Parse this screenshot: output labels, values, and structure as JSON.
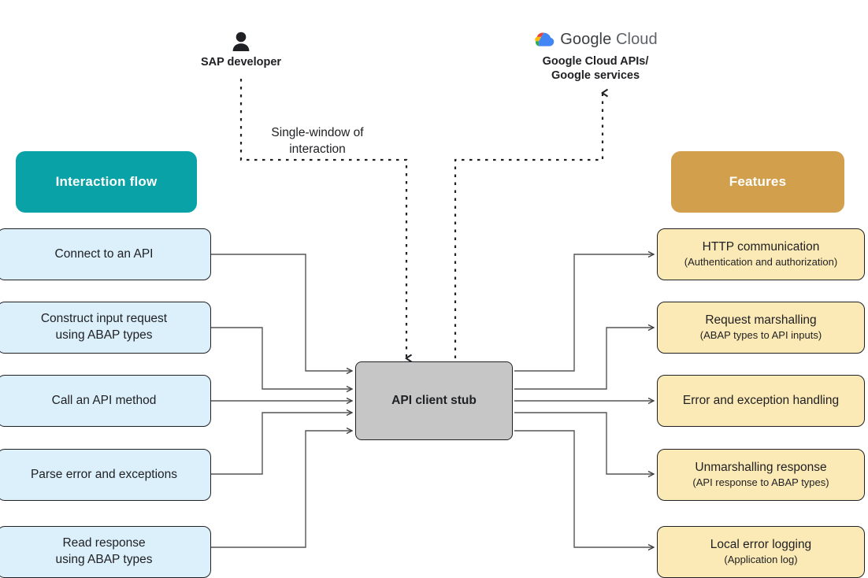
{
  "diagram": {
    "left_header": "Interaction flow",
    "right_header": "Features",
    "center_label": "API client stub",
    "flow_label_line1": "Single-window of",
    "flow_label_line2": "interaction",
    "actors": {
      "sap": "SAP developer",
      "gcp_logo_text_1": "Google",
      "gcp_logo_text_2": "Cloud",
      "gcp_line1": "Google Cloud APIs/",
      "gcp_line2": "Google services"
    },
    "interaction_flow": [
      {
        "title": "Connect to an API",
        "sub": ""
      },
      {
        "title": "Construct input request",
        "sub": "using ABAP types"
      },
      {
        "title": "Call an API method",
        "sub": ""
      },
      {
        "title": "Parse error and exceptions",
        "sub": ""
      },
      {
        "title": "Read response",
        "sub": "using ABAP types"
      }
    ],
    "features": [
      {
        "title": "HTTP communication",
        "sub": "(Authentication and authorization)"
      },
      {
        "title": "Request marshalling",
        "sub": "(ABAP types to API inputs)"
      },
      {
        "title": "Error and exception handling",
        "sub": ""
      },
      {
        "title": "Unmarshalling response",
        "sub": "(API response to ABAP types)"
      },
      {
        "title": "Local error logging",
        "sub": "(Application log)"
      }
    ],
    "colors": {
      "left_header_bg": "#09A2A6",
      "right_header_bg": "#D2A04C",
      "left_card_bg": "#DCF0FB",
      "right_card_bg": "#FCEAB6",
      "center_bg": "#C6C6C6",
      "stroke": "#202124",
      "google_red": "#EA4335",
      "google_yellow": "#FBBC04",
      "google_green": "#34A853",
      "google_blue": "#4285F4"
    }
  }
}
